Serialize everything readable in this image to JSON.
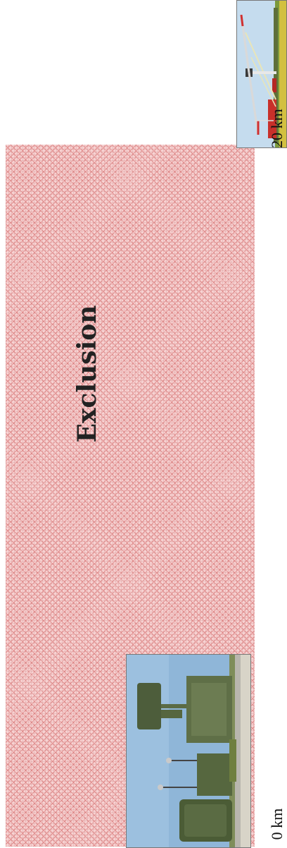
{
  "figure": {
    "zone_label": "Exclusion",
    "start_label": "0 km",
    "end_label": "20 km",
    "images": {
      "radar": "radar-station-photo",
      "turbine": "wind-turbine-photo"
    },
    "colors": {
      "zone_fill": "#f7d2d2",
      "zone_pattern": "#d25a5a",
      "label_text": "#222222"
    }
  }
}
